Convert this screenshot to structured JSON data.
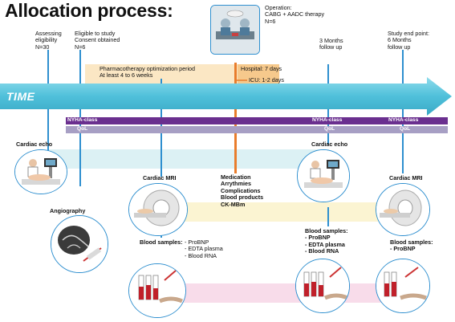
{
  "title": "Allocation process:",
  "timeline": {
    "label": "TIME",
    "color": "#5ec9de"
  },
  "milestones": {
    "assessing": "Assessing\neligibility\nN=30",
    "eligible": "Eligible to study\nConsent obtained\nN=6",
    "operation": "Operation:\nCABG + AADC therapy\nN=6",
    "three_months": "3 Months\nfollow up",
    "end_point": "Study end point:\n6 Months\nfollow up"
  },
  "periods": {
    "pharmacotherapy": "Pharmacotherapy optimization period\nAt least 4 to 6 weeks",
    "hospital": "Hospital: 7 days",
    "icu": "ICU: 1-2 days"
  },
  "assessment_bars": {
    "nyha_label": "NYHA-class",
    "qol_label": "QoL",
    "nyha_color": "#6a2f8f",
    "qol_color": "#a79fc4"
  },
  "procedures": {
    "cardiac_echo_1": "Cardiac echo",
    "angiography": "Angiography",
    "cardiac_mri_1": "Cardiac MRI",
    "cardiac_echo_2": "Cardiac echo",
    "cardiac_mri_2": "Cardiac MRI"
  },
  "hospital_items": "Medication\nArrythmies\nComplications\nBlood products\nCK-MBm",
  "blood_samples": {
    "baseline_label": "Blood samples:",
    "baseline_items": "- ProBNP\n- EDTA plasma\n- Blood RNA",
    "three_months": "Blood samples:\n- ProBNP\n- EDTA plasma\n- Blood RNA",
    "six_months": "Blood samples:\n- ProBNP"
  },
  "icons": [
    "operation-illustration-icon",
    "cardiac-echo-icon",
    "angiography-icon",
    "cardiac-mri-icon",
    "blood-sample-icon"
  ]
}
